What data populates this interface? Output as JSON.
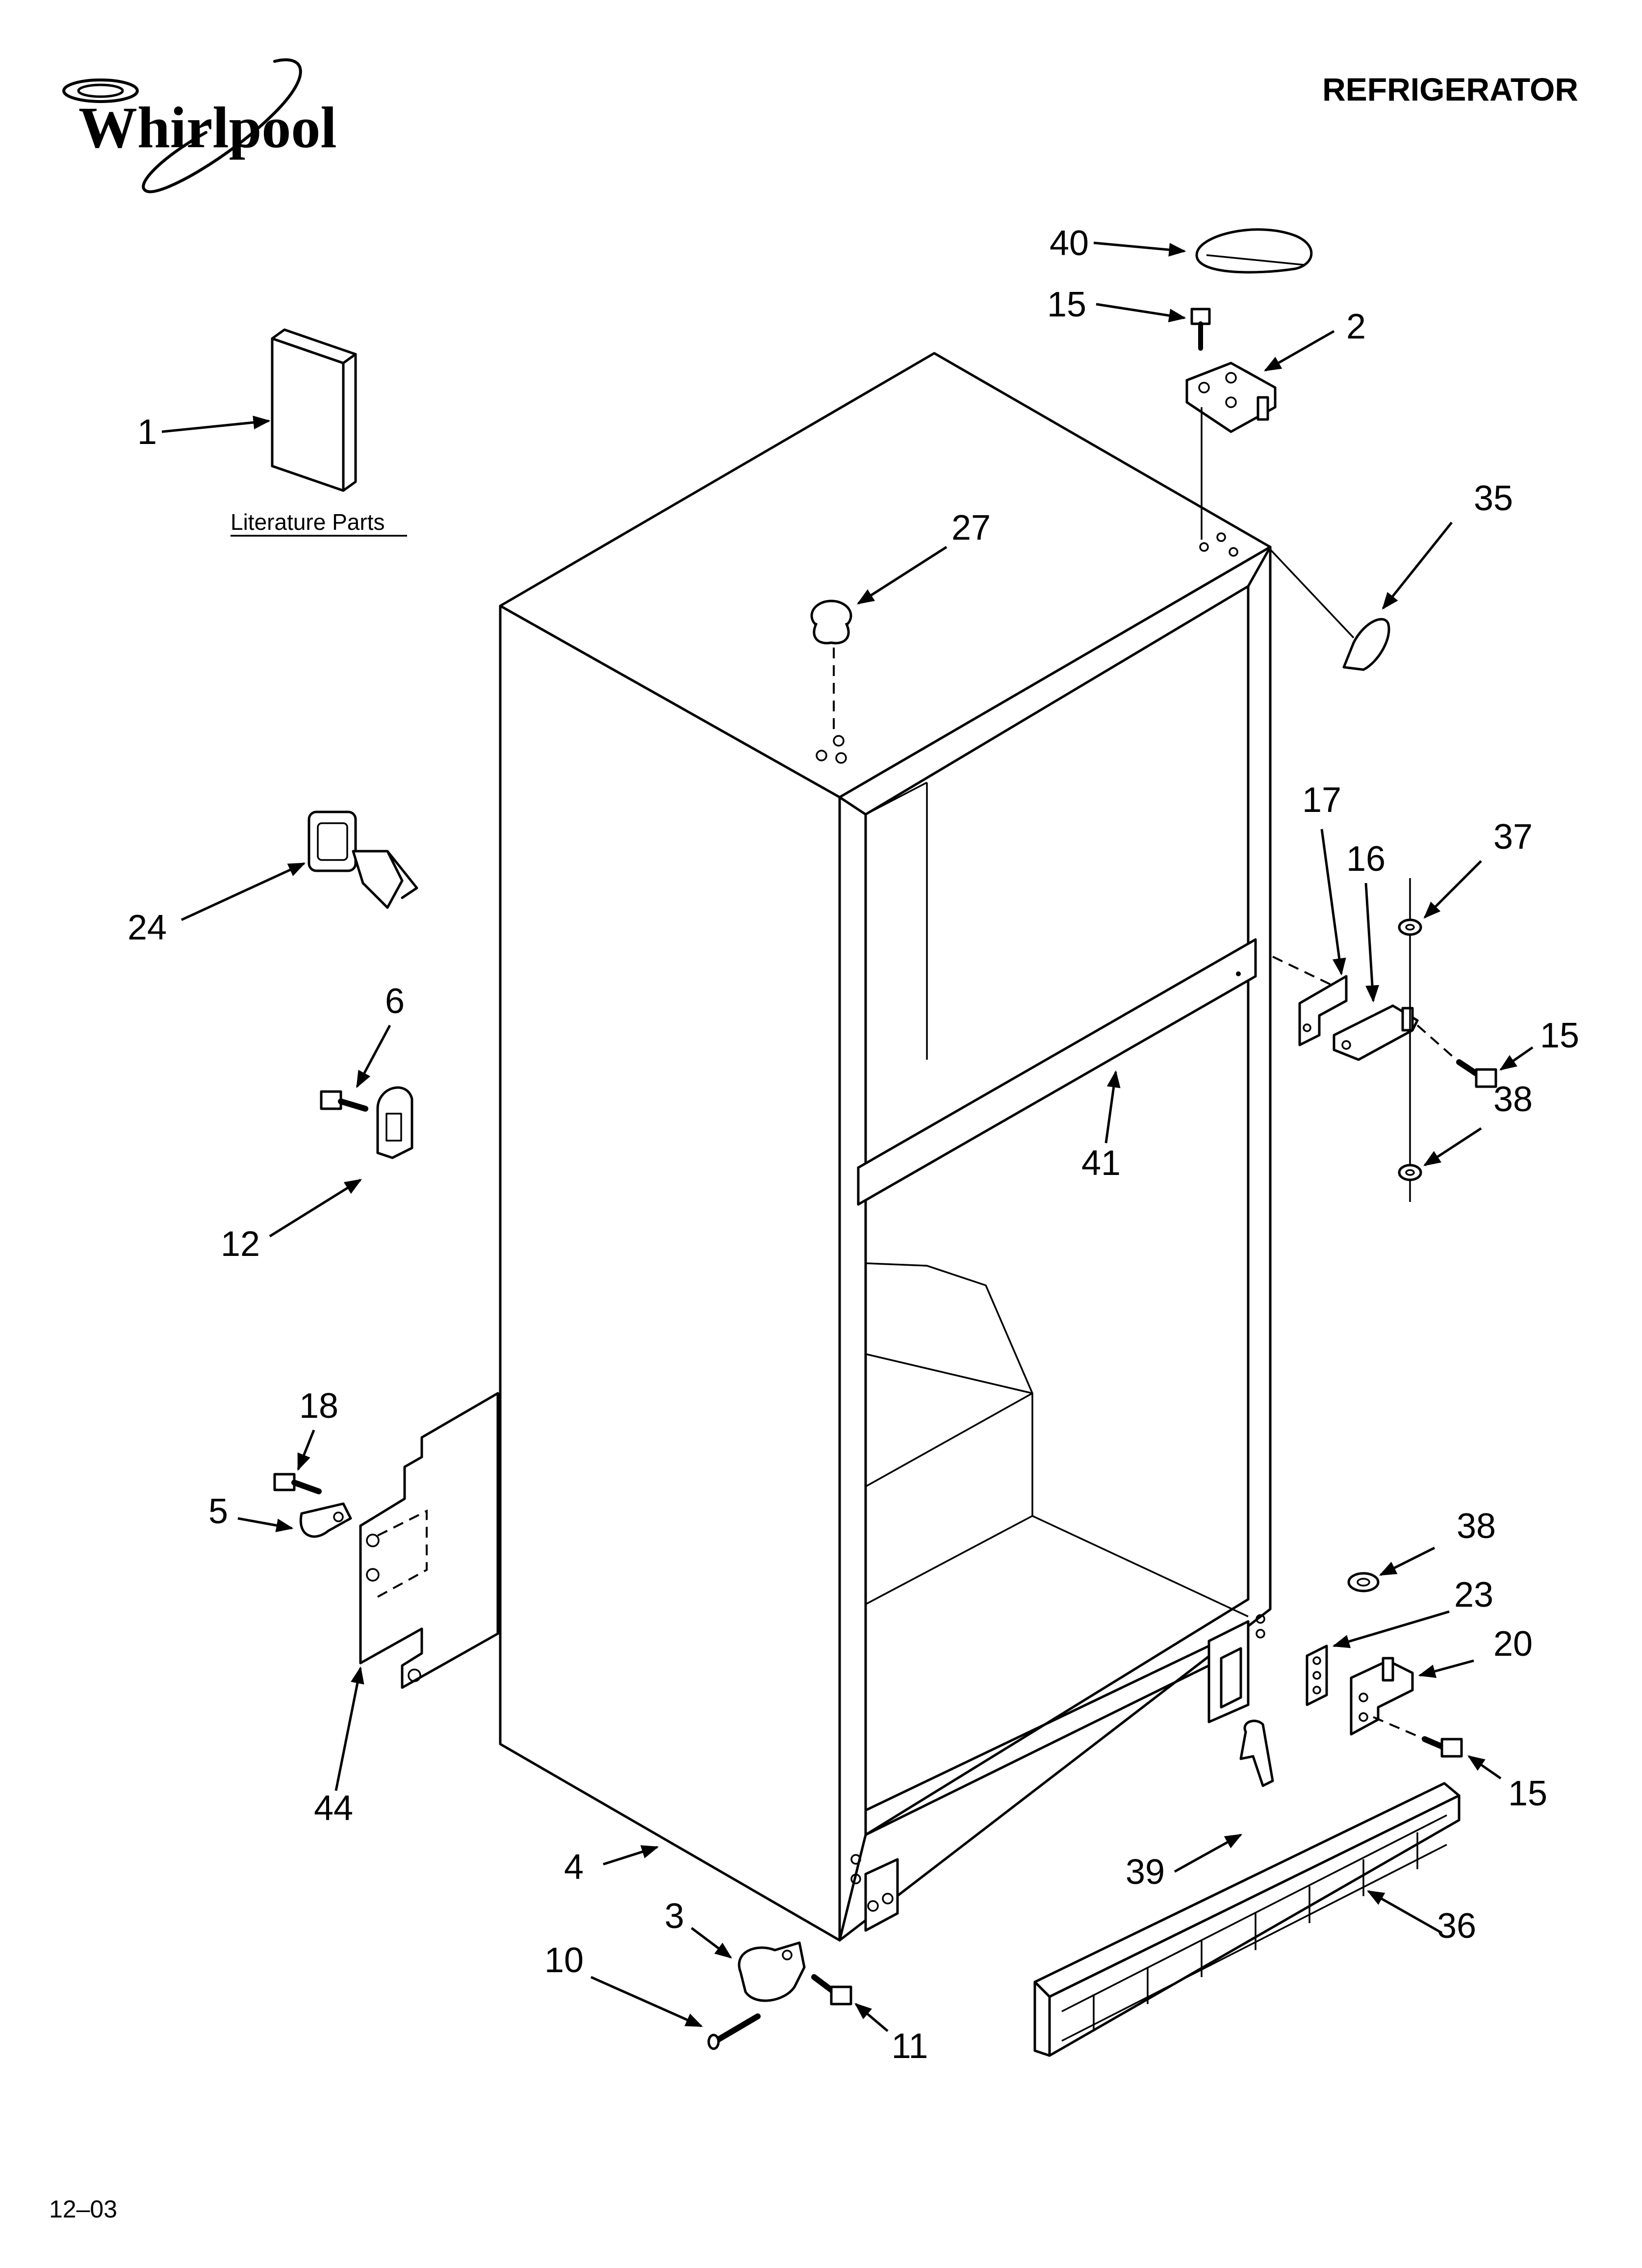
{
  "header": {
    "brand": "Whirlpool",
    "title": "REFRIGERATOR"
  },
  "literature_label": "Literature Parts",
  "footer": {
    "date_code": "12–03"
  },
  "callouts": {
    "c1": "1",
    "c2": "2",
    "c3": "3",
    "c4": "4",
    "c5": "5",
    "c6": "6",
    "c10": "10",
    "c11": "11",
    "c12": "12",
    "c15a": "15",
    "c15b": "15",
    "c15c": "15",
    "c16": "16",
    "c17": "17",
    "c18": "18",
    "c20": "20",
    "c23": "23",
    "c24": "24",
    "c27": "27",
    "c35": "35",
    "c36": "36",
    "c37": "37",
    "c38a": "38",
    "c38b": "38",
    "c39": "39",
    "c40": "40",
    "c41": "41",
    "c44": "44"
  }
}
